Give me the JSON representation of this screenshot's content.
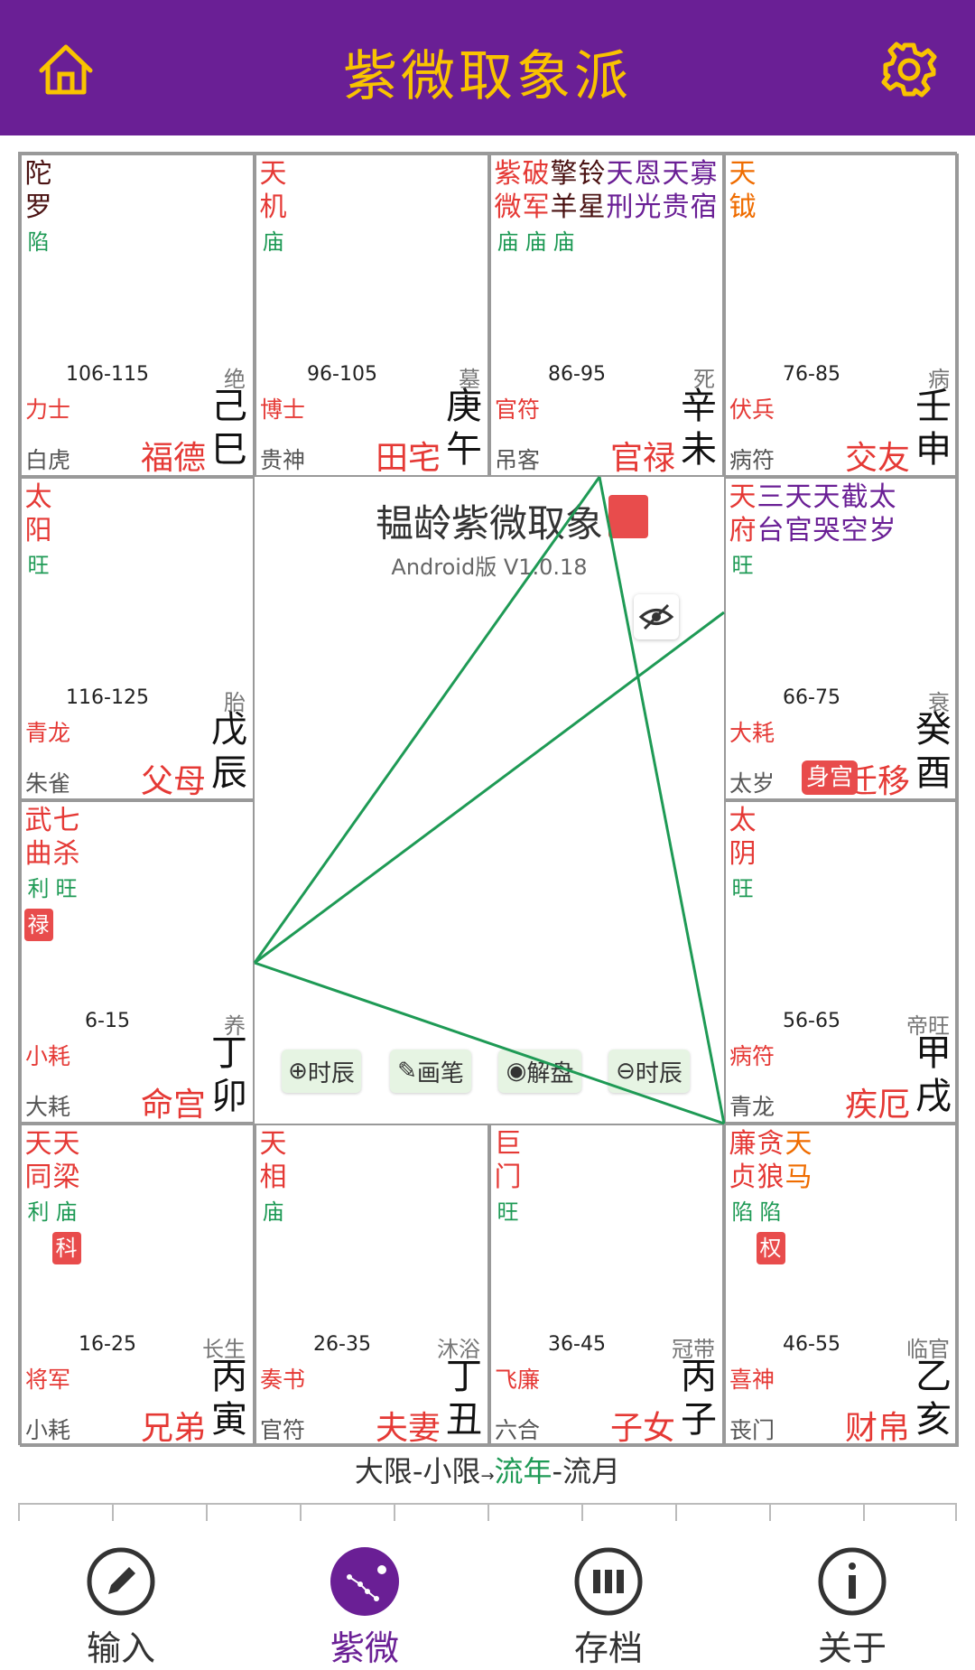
{
  "header": {
    "title": "紫微取象派"
  },
  "colors": {
    "header_bg": "#6a1f95",
    "title": "#f9c300",
    "red": "#e53935",
    "green": "#1e9a55",
    "purple": "#6a1f95",
    "orange": "#ef6c00",
    "dark": "#4a1212"
  },
  "cells": [
    {
      "id": "si",
      "stars": [
        {
          "ch": [
            "陀",
            "罗"
          ],
          "st": "陷",
          "color": "#4a1212"
        }
      ],
      "range": "106-115",
      "phase": "绝",
      "god1": "力士",
      "god2": "白虎",
      "palace": "福德",
      "stem": "己",
      "branch": "巳"
    },
    {
      "id": "wu",
      "stars": [
        {
          "ch": [
            "天",
            "机"
          ],
          "st": "庙",
          "color": "#e53935"
        }
      ],
      "range": "96-105",
      "phase": "墓",
      "god1": "博士",
      "god2": "贵神",
      "palace": "田宅",
      "stem": "庚",
      "branch": "午"
    },
    {
      "id": "wei",
      "stars": [
        {
          "ch": [
            "紫",
            "微"
          ],
          "st": "庙",
          "color": "#e53935"
        },
        {
          "ch": [
            "破",
            "军"
          ],
          "st": "庙",
          "color": "#e53935"
        },
        {
          "ch": [
            "擎",
            "羊"
          ],
          "st": "庙",
          "color": "#4a1212"
        },
        {
          "ch": [
            "铃",
            "星"
          ],
          "st": "",
          "color": "#4a1212"
        },
        {
          "ch": [
            "天",
            "刑"
          ],
          "st": "",
          "color": "#6a1f95"
        },
        {
          "ch": [
            "恩",
            "光"
          ],
          "st": "",
          "color": "#6a1f95"
        },
        {
          "ch": [
            "天",
            "贵"
          ],
          "st": "",
          "color": "#6a1f95"
        },
        {
          "ch": [
            "寡",
            "宿"
          ],
          "st": "",
          "color": "#6a1f95"
        }
      ],
      "range": "86-95",
      "phase": "死",
      "god1": "官符",
      "god2": "吊客",
      "palace": "官禄",
      "stem": "辛",
      "branch": "未"
    },
    {
      "id": "shen",
      "stars": [
        {
          "ch": [
            "天",
            "钺"
          ],
          "st": "",
          "color": "#ef6c00"
        }
      ],
      "range": "76-85",
      "phase": "病",
      "god1": "伏兵",
      "god2": "病符",
      "palace": "交友",
      "stem": "壬",
      "branch": "申"
    },
    {
      "id": "chen",
      "stars": [
        {
          "ch": [
            "太",
            "阳"
          ],
          "st": "旺",
          "color": "#e53935"
        }
      ],
      "range": "116-125",
      "phase": "胎",
      "god1": "青龙",
      "god2": "朱雀",
      "palace": "父母",
      "stem": "戊",
      "branch": "辰"
    },
    {
      "id": "you",
      "stars": [
        {
          "ch": [
            "天",
            "府"
          ],
          "st": "旺",
          "color": "#e53935"
        },
        {
          "ch": [
            "三",
            "台"
          ],
          "st": "",
          "color": "#6a1f95"
        },
        {
          "ch": [
            "天",
            "官"
          ],
          "st": "",
          "color": "#6a1f95"
        },
        {
          "ch": [
            "天",
            "哭"
          ],
          "st": "",
          "color": "#6a1f95"
        },
        {
          "ch": [
            "截",
            "空"
          ],
          "st": "",
          "color": "#6a1f95"
        },
        {
          "ch": [
            "太",
            "岁"
          ],
          "st": "",
          "color": "#6a1f95"
        }
      ],
      "range": "66-75",
      "phase": "衰",
      "god1": "大耗",
      "god2": "太岁",
      "palace": "迁移",
      "stem": "癸",
      "branch": "酉",
      "body": "身宫"
    },
    {
      "id": "mao",
      "stars": [
        {
          "ch": [
            "武",
            "曲"
          ],
          "st": "利",
          "color": "#e53935",
          "hua": "禄"
        },
        {
          "ch": [
            "七",
            "杀"
          ],
          "st": "旺",
          "color": "#e53935"
        }
      ],
      "range": "6-15",
      "phase": "养",
      "god1": "小耗",
      "god2": "大耗",
      "palace": "命宫",
      "stem": "丁",
      "branch": "卯"
    },
    {
      "id": "xu",
      "stars": [
        {
          "ch": [
            "太",
            "阴"
          ],
          "st": "旺",
          "color": "#e53935"
        }
      ],
      "range": "56-65",
      "phase": "帝旺",
      "god1": "病符",
      "god2": "青龙",
      "palace": "疾厄",
      "stem": "甲",
      "branch": "戌"
    },
    {
      "id": "yin",
      "stars": [
        {
          "ch": [
            "天",
            "同"
          ],
          "st": "利",
          "color": "#e53935"
        },
        {
          "ch": [
            "天",
            "梁"
          ],
          "st": "庙",
          "color": "#e53935",
          "hua": "科"
        }
      ],
      "range": "16-25",
      "phase": "长生",
      "god1": "将军",
      "god2": "小耗",
      "palace": "兄弟",
      "stem": "丙",
      "branch": "寅"
    },
    {
      "id": "chou",
      "stars": [
        {
          "ch": [
            "天",
            "相"
          ],
          "st": "庙",
          "color": "#e53935"
        }
      ],
      "range": "26-35",
      "phase": "沐浴",
      "god1": "奏书",
      "god2": "官符",
      "palace": "夫妻",
      "stem": "丁",
      "branch": "丑"
    },
    {
      "id": "zi",
      "stars": [
        {
          "ch": [
            "巨",
            "门"
          ],
          "st": "旺",
          "color": "#e53935"
        }
      ],
      "range": "36-45",
      "phase": "冠带",
      "god1": "飞廉",
      "god2": "六合",
      "palace": "子女",
      "stem": "丙",
      "branch": "子"
    },
    {
      "id": "hai",
      "stars": [
        {
          "ch": [
            "廉",
            "贞"
          ],
          "st": "陷",
          "color": "#e53935"
        },
        {
          "ch": [
            "贪",
            "狼"
          ],
          "st": "陷",
          "color": "#e53935",
          "hua": "权"
        },
        {
          "ch": [
            "天",
            "马"
          ],
          "st": "",
          "color": "#ef6c00"
        }
      ],
      "range": "46-55",
      "phase": "临官",
      "god1": "喜神",
      "god2": "丧门",
      "palace": "财帛",
      "stem": "乙",
      "branch": "亥"
    }
  ],
  "center": {
    "app_title": "韫龄紫微取象",
    "version": "Android版 V1.0.18",
    "buttons": [
      "时辰",
      "画笔",
      "解盘",
      "时辰"
    ]
  },
  "selector": {
    "part1": "大限-小限",
    "part2": "流年",
    "part3": "-流月"
  },
  "nav": [
    {
      "label": "输入",
      "icon": "pencil-icon",
      "active": false
    },
    {
      "label": "紫微",
      "icon": "constellation-icon",
      "active": true
    },
    {
      "label": "存档",
      "icon": "archive-icon",
      "active": false
    },
    {
      "label": "关于",
      "icon": "info-icon",
      "active": false
    }
  ]
}
